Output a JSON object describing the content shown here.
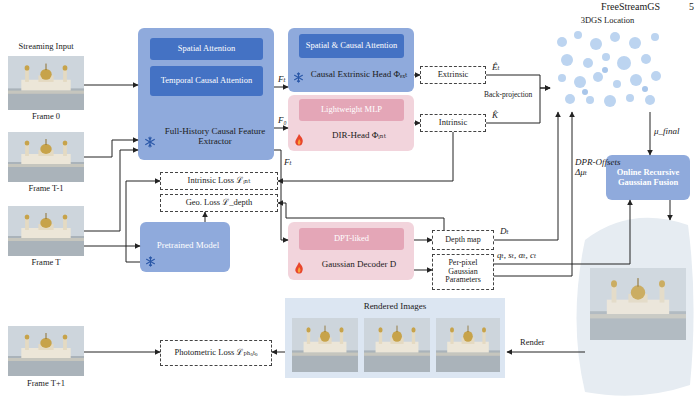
{
  "diagram": {
    "nodes": [
      {
        "text": [
          "Full-History Causal Feature Extractor"
        ]
      },
      {
        "text": [
          "Spatial Attention"
        ],
        "in": 0
      },
      {
        "text": [
          "Temporal Causal Attention"
        ],
        "in": 0
      },
      {
        "text": [
          "Causal Extrinsic Head Φₑₓₜ"
        ]
      },
      {
        "text": [
          "Spatial & Causal Attention"
        ],
        "in": 3
      },
      {
        "text": [
          "DIR-Head Φᵢₙₜ"
        ]
      },
      {
        "text": [
          "Lightweight MLP"
        ],
        "in": 5
      },
      {
        "text": [
          "Extrinsic"
        ]
      },
      {
        "text": [
          "Intrinsic"
        ]
      },
      {
        "text": [
          "3DGS Location"
        ]
      },
      {
        "text": [
          "Intrinsic Loss ℒᵢₙₜ"
        ]
      },
      {
        "text": [
          "Geo. Loss ℒ_depth"
        ]
      },
      {
        "text": [
          "Pretrained Model"
        ]
      },
      {
        "text": [
          "Gaussian Decoder D"
        ]
      },
      {
        "text": [
          "DPT-liked"
        ],
        "in": 13
      },
      {
        "text": [
          "Depth map"
        ]
      },
      {
        "text": [
          "Per-pixel Gaussian Parameters"
        ]
      },
      {
        "text": [
          "Online Recursive Gaussian Fusion"
        ]
      },
      {
        "text": [
          "Rendered Images"
        ]
      },
      {
        "text": [
          "Photometric Loss ℒₚₕₒₜₒ"
        ]
      }
    ],
    "edges": [
      {
        "from": 0,
        "to": 3,
        "label": "Fₜ",
        "arrow": "to"
      },
      {
        "from": 0,
        "to": 5,
        "label": "F₀",
        "arrow": "to"
      },
      {
        "from": 0,
        "to": 13,
        "label": "Fₜ",
        "arrow": "to"
      },
      {
        "from": 3,
        "to": 7,
        "arrow": "to"
      },
      {
        "from": 5,
        "to": 8,
        "arrow": "to"
      },
      {
        "from": 7,
        "to": 9,
        "label": "Êₜ",
        "arrow": "to"
      },
      {
        "from": 8,
        "to": 9,
        "label": "K̂",
        "arrow": "to"
      },
      {
        "from": 15,
        "to": 9,
        "label": "Dₜ",
        "arrow": "to"
      },
      {
        "from": 16,
        "to": 9,
        "label": "DPR-Offsets Δμₜ",
        "arrow": "to"
      },
      {
        "from": 9,
        "to": 17,
        "label": "μ_final",
        "arrow": "to"
      },
      {
        "from": 16,
        "to": 17,
        "label": "qₜ, sₜ, αₜ, cₜ",
        "arrow": "to"
      },
      {
        "from": 13,
        "to": 15,
        "arrow": "to"
      },
      {
        "from": 13,
        "to": 16,
        "arrow": "to"
      },
      {
        "from": 8,
        "to": 10,
        "arrow": "to"
      },
      {
        "from": 12,
        "to": 10,
        "arrow": "to"
      },
      {
        "from": 12,
        "to": 11,
        "arrow": "to"
      },
      {
        "from": 15,
        "to": 11,
        "arrow": "to"
      },
      {
        "from": 18,
        "to": 19,
        "arrow": "to"
      }
    ],
    "labels": [
      "FreeStreamGS",
      "5",
      "Streaming Input",
      "Frame 0",
      "Frame T-1",
      "Frame T",
      "Frame T+1",
      "Back-projection",
      "Render"
    ]
  }
}
